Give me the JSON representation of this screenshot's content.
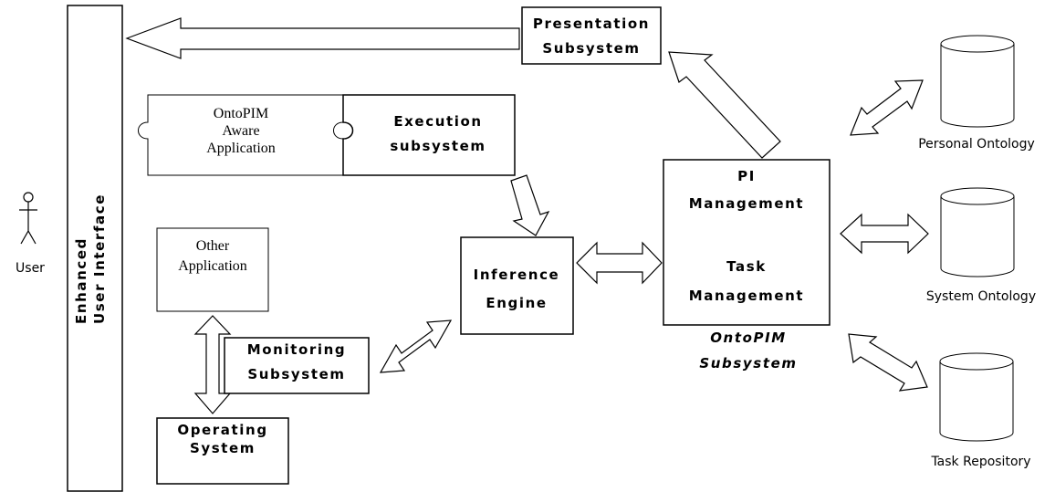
{
  "ui": {
    "label": "Enhanced\nUser Interface"
  },
  "actor": {
    "label": "User"
  },
  "presentation": {
    "label": "Presentation\nSubsystem"
  },
  "ontopim_app": {
    "label": "OntoPIM\nAware\nApplication"
  },
  "execution": {
    "label": "Execution\nsubsystem"
  },
  "other_app": {
    "label": "Other\nApplication"
  },
  "monitoring": {
    "label": "Monitoring\nSubsystem"
  },
  "os": {
    "label": "Operating\nSystem"
  },
  "inference": {
    "label": "Inference\nEngine"
  },
  "pim": {
    "pi_label": "PI\nManagement",
    "task_label": "Task\nManagement",
    "caption": "OntoPIM\nSubsystem"
  },
  "stores": [
    {
      "id": "personal",
      "label": "Personal Ontology"
    },
    {
      "id": "system",
      "label": "System Ontology"
    },
    {
      "id": "task",
      "label": "Task Repository"
    }
  ],
  "icons": {
    "actor": "stick-figure-icon",
    "store": "database-cylinder-icon"
  }
}
